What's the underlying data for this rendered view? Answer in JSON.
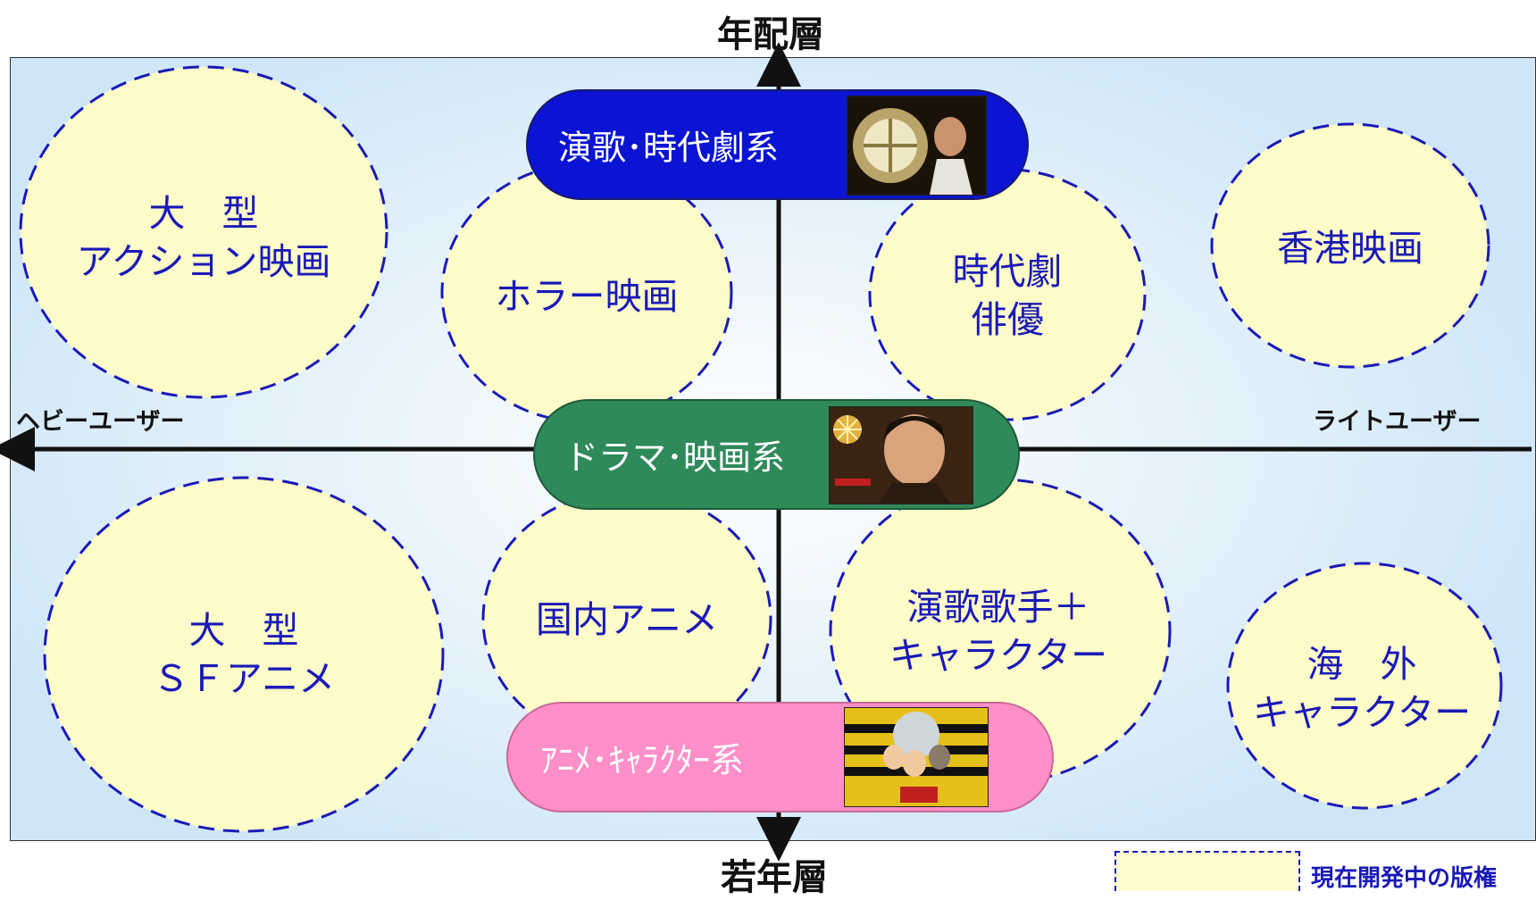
{
  "axes": {
    "top": "年配層",
    "bottom": "若年層",
    "left": "ヘビーユーザー",
    "right": "ライトユーザー"
  },
  "bubbles": [
    {
      "id": "large-action",
      "lines": [
        "大　型",
        "アクション映画"
      ]
    },
    {
      "id": "horror",
      "lines": [
        "ホラー映画"
      ]
    },
    {
      "id": "jidaigeki-actor",
      "lines": [
        "時代劇",
        "俳優"
      ]
    },
    {
      "id": "hongkong",
      "lines": [
        "香港映画"
      ]
    },
    {
      "id": "large-sf",
      "lines": [
        "大　型",
        "ＳＦアニメ"
      ]
    },
    {
      "id": "domestic-anime",
      "lines": [
        "国内アニメ"
      ]
    },
    {
      "id": "enka-character",
      "lines": [
        "演歌歌手＋",
        "キャラクター"
      ]
    },
    {
      "id": "overseas-character",
      "lines": [
        "海　外",
        "キャラクター"
      ]
    }
  ],
  "categories": [
    {
      "id": "enka",
      "label": "演歌･時代劇系",
      "color": "#0a14d2",
      "thumb": "samurai-thumbnail"
    },
    {
      "id": "drama",
      "label": "ドラマ･映画系",
      "color": "#2f8a5a",
      "thumb": "drama-thumbnail"
    },
    {
      "id": "anime",
      "label": "ｱﾆﾒ･ｷｬﾗｸﾀｰ系",
      "color": "#ff8fc8",
      "thumb": "anime-thumbnail"
    }
  ],
  "legend": {
    "label": "現在開発中の版権"
  },
  "colors": {
    "bubble_fill": "#fdfbc8",
    "bubble_stroke": "#1a1ab8",
    "text_blue": "#1a1ab8"
  }
}
